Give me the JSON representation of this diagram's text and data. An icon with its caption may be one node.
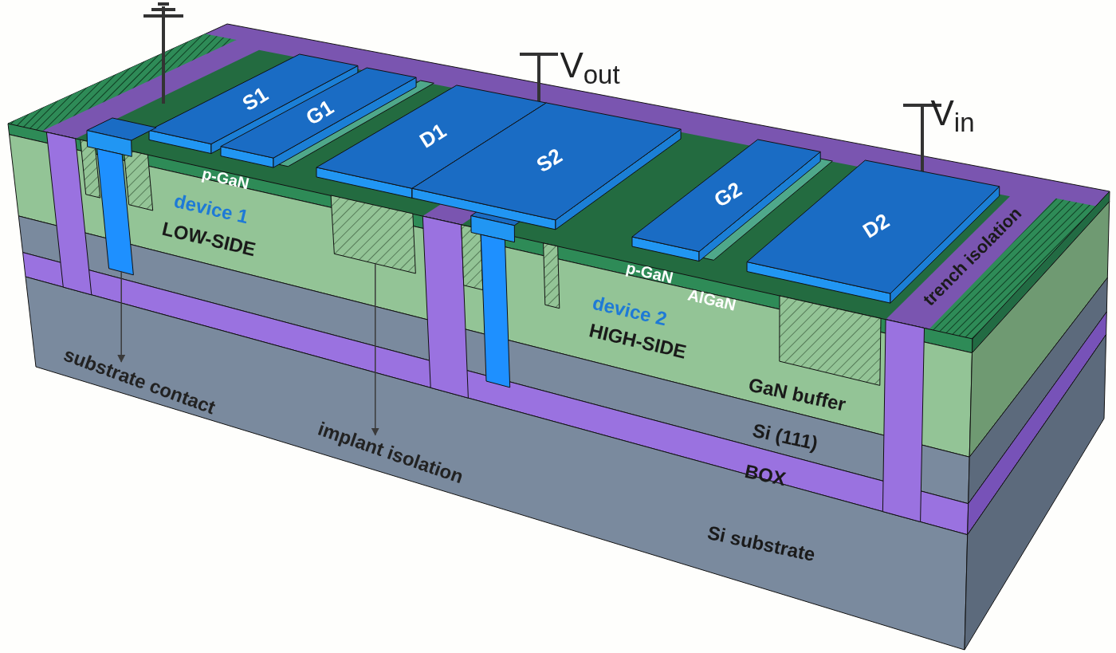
{
  "diagram": {
    "nodes": [
      {
        "text": [
          "S1"
        ]
      },
      {
        "text": [
          "G1"
        ]
      },
      {
        "text": [
          "D1"
        ]
      },
      {
        "text": [
          "S2"
        ]
      },
      {
        "text": [
          "G2"
        ]
      },
      {
        "text": [
          "D2"
        ]
      },
      {
        "text": [],
        "shape": "bar"
      },
      {
        "text": [],
        "shape": "box"
      },
      {
        "text": [
          "substrate contact"
        ]
      },
      {
        "text": [
          "implant isolation"
        ]
      }
    ],
    "edges": [
      {
        "from": 6,
        "to": 8,
        "arrow": "to"
      },
      {
        "from": 7,
        "to": 9,
        "arrow": "to"
      }
    ],
    "labels": [
      "V$_{out}$",
      "V$_{in}$",
      "p-GaN",
      "device 1",
      "LOW-SIDE",
      "p-GaN",
      "AlGaN",
      "device 2",
      "HIGH-SIDE",
      "trench isolation",
      "GaN buffer",
      "Si (111)",
      "BOX",
      "Si substrate"
    ]
  }
}
